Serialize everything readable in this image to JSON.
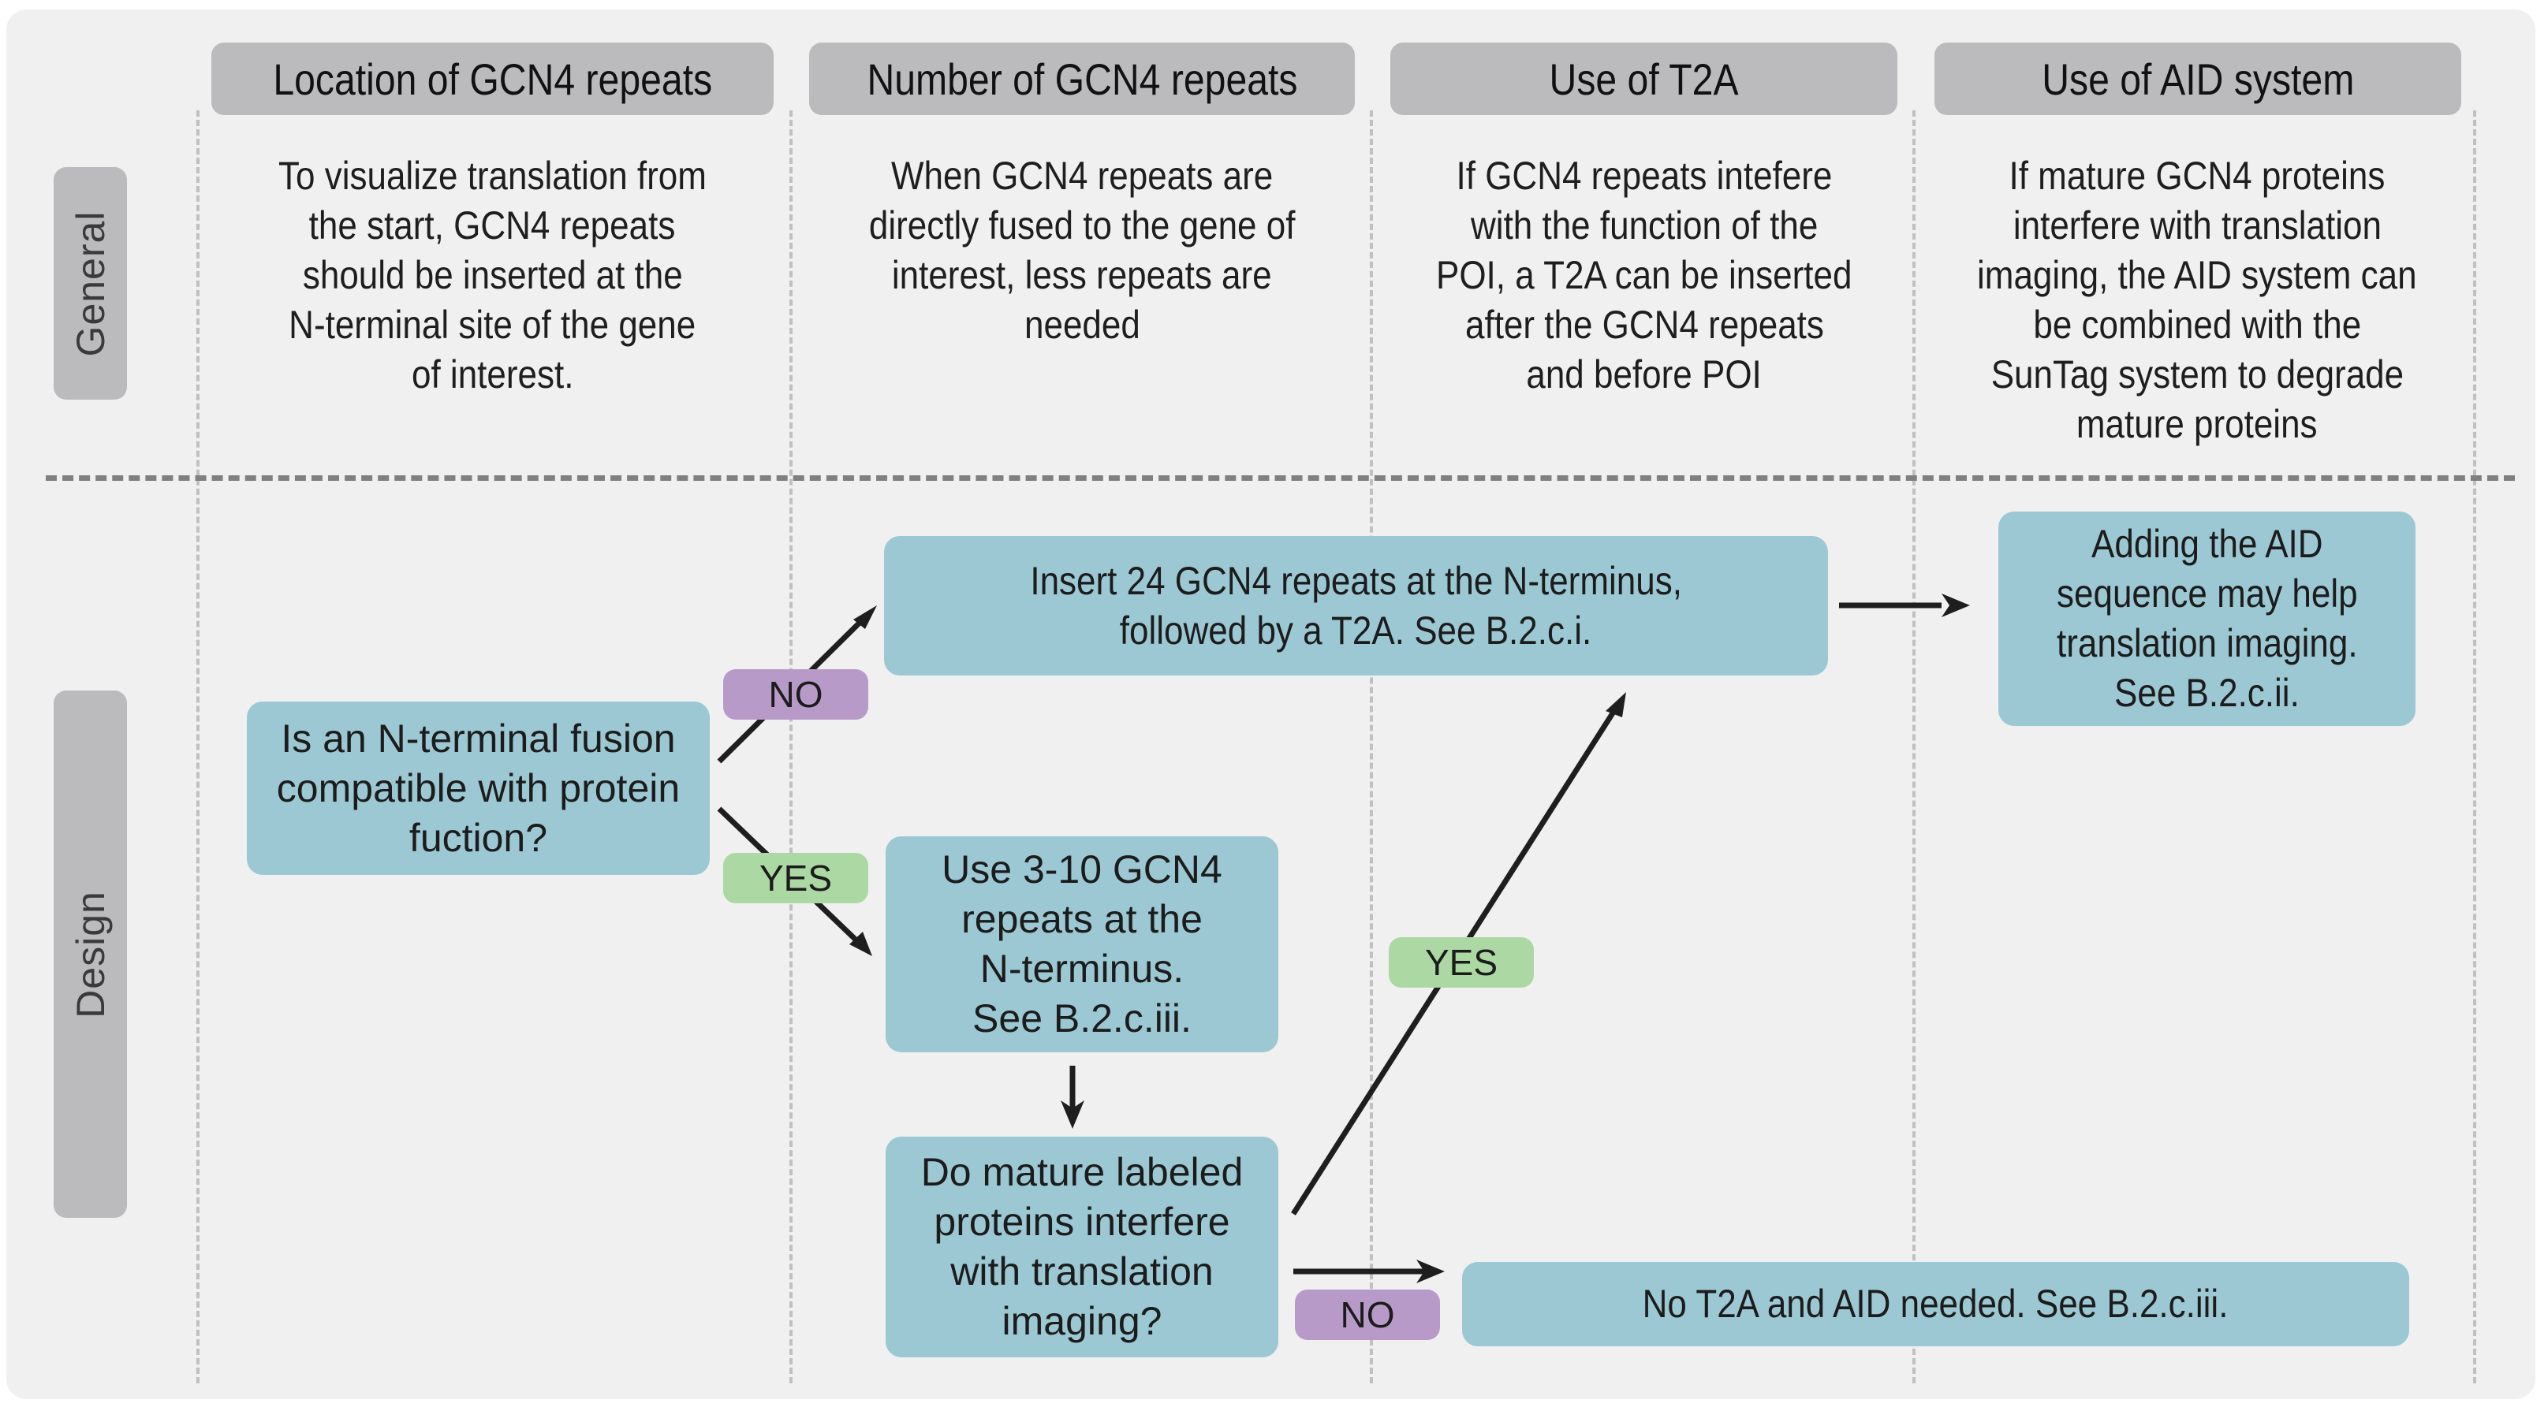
{
  "colors": {
    "background": "#f0f0f0",
    "header": "#bbbbbd",
    "box": "#9cc8d4",
    "no_tag": "#b89ac8",
    "yes_tag": "#acd8a4",
    "arrow": "#1e1e1e"
  },
  "columns": [
    {
      "header": "Location of GCN4 repeats",
      "general": [
        "To visualize translation from",
        "the start, GCN4 repeats",
        "should be inserted at the",
        "N-terminal site of the gene",
        "of interest."
      ]
    },
    {
      "header": "Number of GCN4 repeats",
      "general": [
        "When GCN4 repeats are",
        "directly fused to the gene of",
        "interest, less repeats are",
        "needed"
      ]
    },
    {
      "header": "Use of T2A",
      "general": [
        "If GCN4 repeats intefere",
        "with the function of the",
        "POI, a T2A can be inserted",
        "after the GCN4 repeats",
        "and before POI"
      ]
    },
    {
      "header": "Use of AID system",
      "general": [
        "If mature GCN4 proteins",
        "interfere with translation",
        "imaging, the AID system can",
        "be combined with the",
        "SunTag system to degrade",
        "mature proteins"
      ]
    }
  ],
  "rows": {
    "general": "General",
    "design": "Design"
  },
  "design": {
    "q1": [
      "Is an N-terminal fusion",
      "compatible with protein",
      "fuction?"
    ],
    "insert24": [
      "Insert 24 GCN4 repeats at the N-terminus,",
      "followed by a T2A. See B.2.c.i."
    ],
    "use310": [
      "Use 3-10 GCN4",
      "repeats at the",
      "N-terminus.",
      "See B.2.c.iii."
    ],
    "q2": [
      "Do mature labeled",
      "proteins interfere",
      "with translation",
      "imaging?"
    ],
    "aid": [
      "Adding the AID",
      "sequence may help",
      "translation imaging.",
      "See B.2.c.ii."
    ],
    "none": [
      "No T2A and AID needed. See B.2.c.iii."
    ],
    "tags": {
      "q1_no": "NO",
      "q1_yes": "YES",
      "q2_yes": "YES",
      "q2_no": "NO"
    }
  }
}
